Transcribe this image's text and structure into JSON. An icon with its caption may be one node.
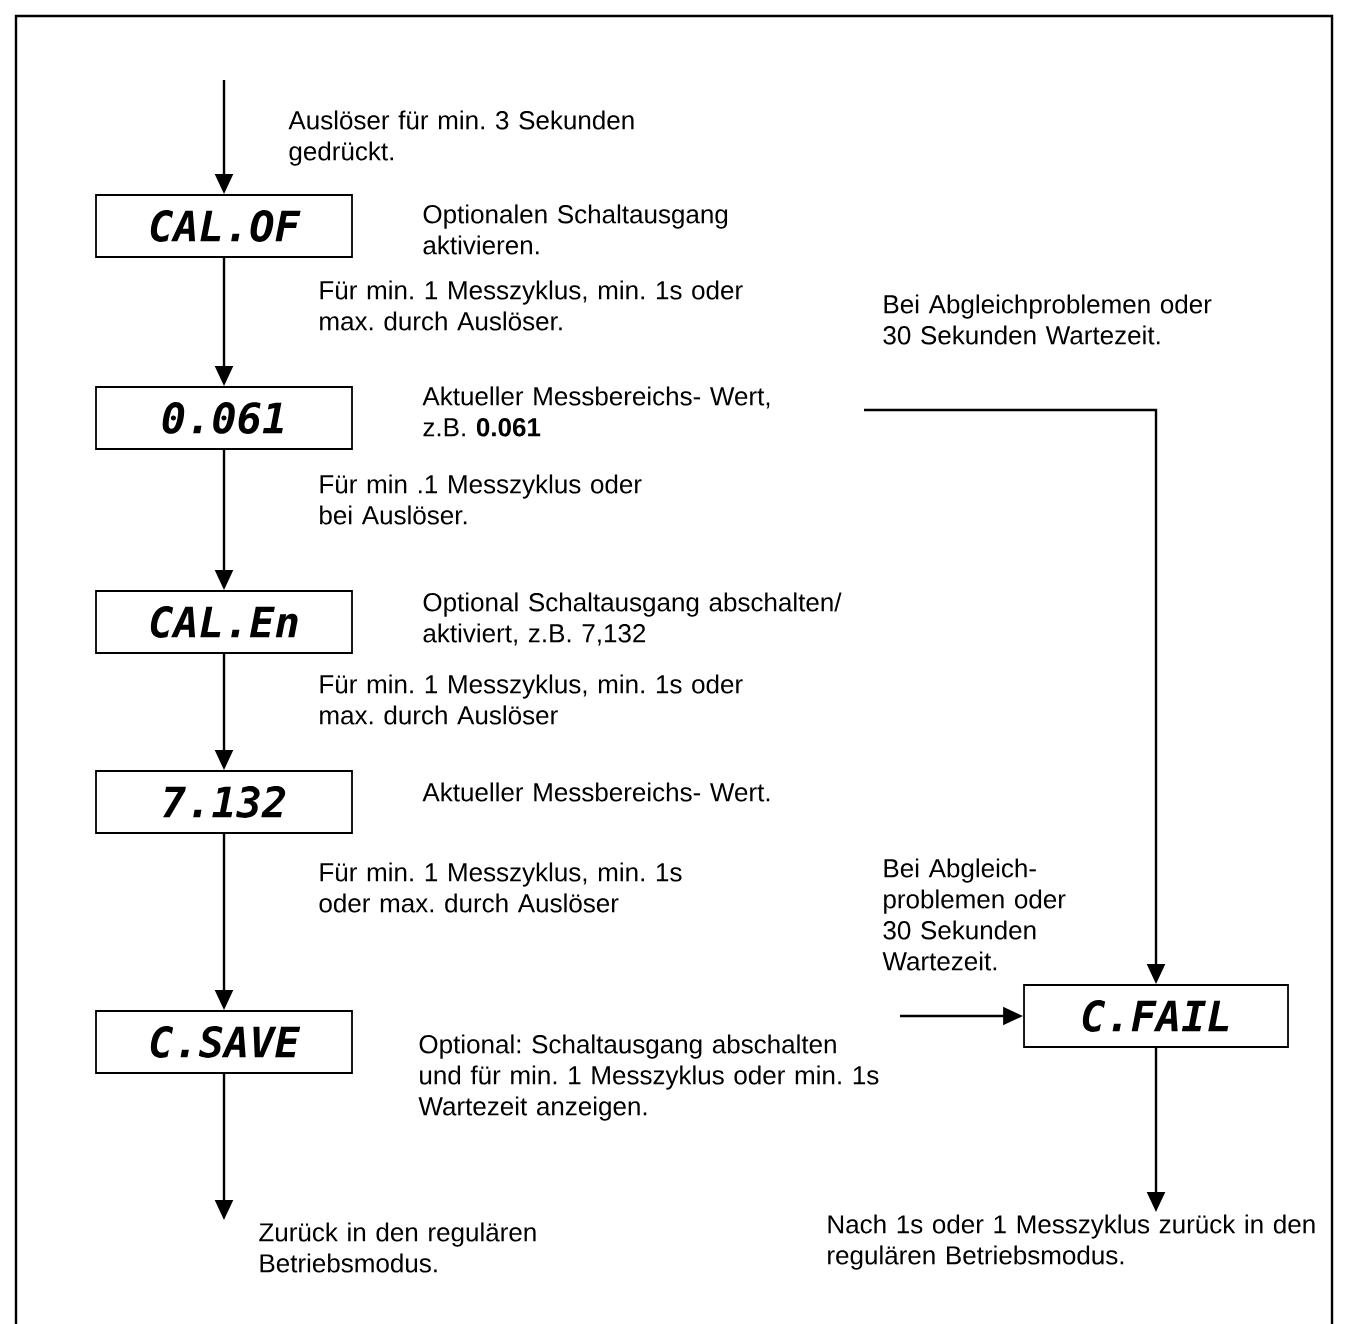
{
  "diagram": {
    "nodes": [
      {
        "text": [
          "CAL.OF"
        ],
        "beside": [
          "Optionalen Schaltausgang aktivieren."
        ]
      },
      {
        "text": [
          "0.061"
        ],
        "beside": [
          "Aktueller Messbereichs- Wert, z.B. **0.061**"
        ]
      },
      {
        "text": [
          "CAL.En"
        ],
        "beside": [
          "Optional Schaltausgang abschalten/ aktiviert, z.B. 7,132"
        ]
      },
      {
        "text": [
          "7.132"
        ],
        "beside": [
          "Aktueller Messbereichs- Wert."
        ]
      },
      {
        "text": [
          "C.SAVE"
        ],
        "beside": [
          "Optional: Schaltausgang abschalten und für min. 1 Messzyklus oder min. 1s Wartezeit anzeigen."
        ]
      },
      {
        "text": [
          "C.FAIL"
        ]
      },
      {
        "text": [
          "Zurück in den regulären Betriebsmodus."
        ]
      },
      {
        "text": [
          "Nach 1s oder 1 Messzyklus zurück in den regulären Betriebsmodus."
        ]
      }
    ],
    "edges": [
      {
        "from": null,
        "to": 0,
        "arrow": "to",
        "label": "Auslöser für min. 3 Sekunden gedrückt."
      },
      {
        "from": 0,
        "to": 1,
        "arrow": "to",
        "label": "Für min. 1 Messzyklus, min. 1s oder max. durch Auslöser."
      },
      {
        "from": 1,
        "to": 2,
        "arrow": "to",
        "label": "Für min .1 Messzyklus oder bei Auslöser."
      },
      {
        "from": 2,
        "to": 3,
        "arrow": "to",
        "label": "Für min. 1 Messzyklus, min. 1s oder max. durch Auslöser"
      },
      {
        "from": 3,
        "to": 4,
        "arrow": "to",
        "label": "Für min. 1 Messzyklus, min. 1s oder max. durch Auslöser"
      },
      {
        "from": 4,
        "to": 6,
        "arrow": "to"
      },
      {
        "from": null,
        "to": 5,
        "arrow": "to",
        "label": "Bei Abgleichproblemen oder 30 Sekunden Wartezeit."
      },
      {
        "from": null,
        "to": 5,
        "arrow": "to",
        "label": "Bei Abgleich- problemen oder 30 Sekunden Wartezeit."
      },
      {
        "from": 5,
        "to": 7,
        "arrow": "to"
      }
    ]
  }
}
